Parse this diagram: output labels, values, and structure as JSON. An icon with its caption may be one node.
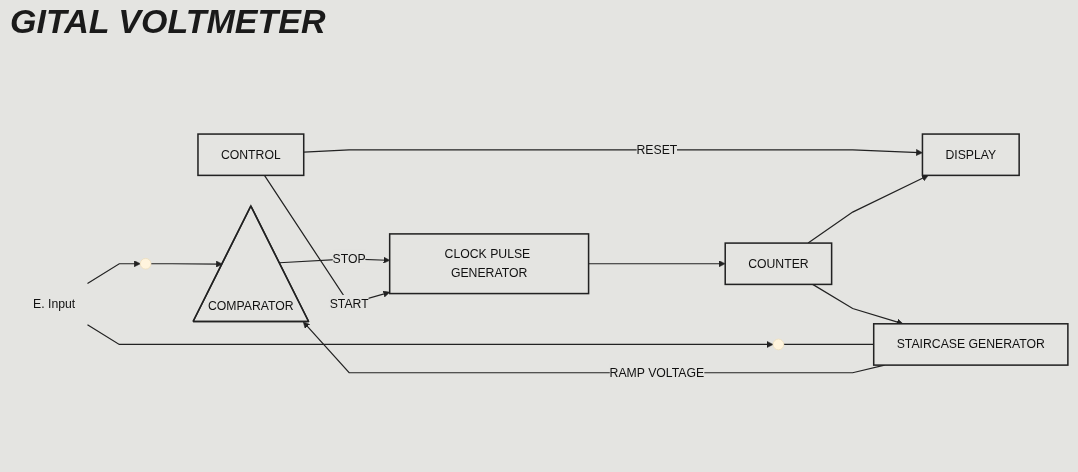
{
  "diagram": {
    "title": "GITAL VOLTMETER",
    "nodes": [
      {
        "text": [],
        "shape": "circle"
      },
      {
        "text": [],
        "shape": "circle"
      },
      {
        "text": [
          "E. Input"
        ]
      },
      {
        "text": [
          "COMPARATOR"
        ]
      },
      {
        "text": [
          "CLOCK PULSE GENERATOR"
        ]
      },
      {
        "text": [
          "CONTROL"
        ]
      },
      {
        "text": [
          "COUNTER"
        ]
      },
      {
        "text": [
          "DISPLAY"
        ]
      },
      {
        "text": [
          "STAIRCASE GENERATOR"
        ]
      }
    ],
    "edges": [
      {
        "from": 2,
        "to": 0,
        "arrow": "to"
      },
      {
        "from": 2,
        "to": 1,
        "arrow": "to"
      },
      {
        "from": 0,
        "to": 3,
        "arrow": "to"
      },
      {
        "from": 3,
        "to": 4,
        "label": "STOP",
        "arrow": "to"
      },
      {
        "from": 5,
        "to": 4,
        "label": "START",
        "arrow": "to"
      },
      {
        "from": 5,
        "to": 7,
        "label": "RESET",
        "arrow": "to"
      },
      {
        "from": 4,
        "to": 6,
        "arrow": "to"
      },
      {
        "from": 6,
        "to": 7,
        "arrow": "to"
      },
      {
        "from": 6,
        "to": 8,
        "arrow": "to"
      },
      {
        "from": 8,
        "to": 3,
        "label": "RAMP VOLTAGE",
        "arrow": "to"
      },
      {
        "from": 1,
        "to": 8,
        "arrow": "none"
      }
    ]
  }
}
